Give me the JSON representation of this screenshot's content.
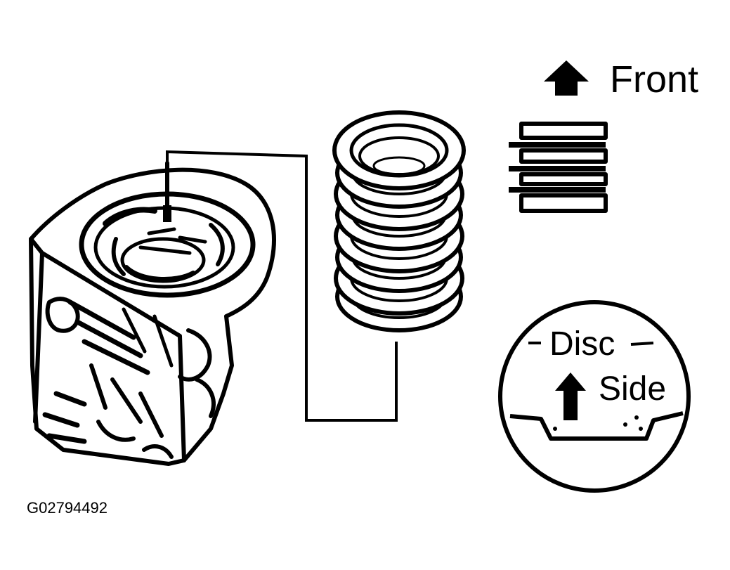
{
  "labels": {
    "front": "Front",
    "disc": "Disc",
    "side": "Side",
    "figure_id": "G02794492"
  },
  "colors": {
    "ink": "#000000",
    "paper": "#ffffff"
  }
}
